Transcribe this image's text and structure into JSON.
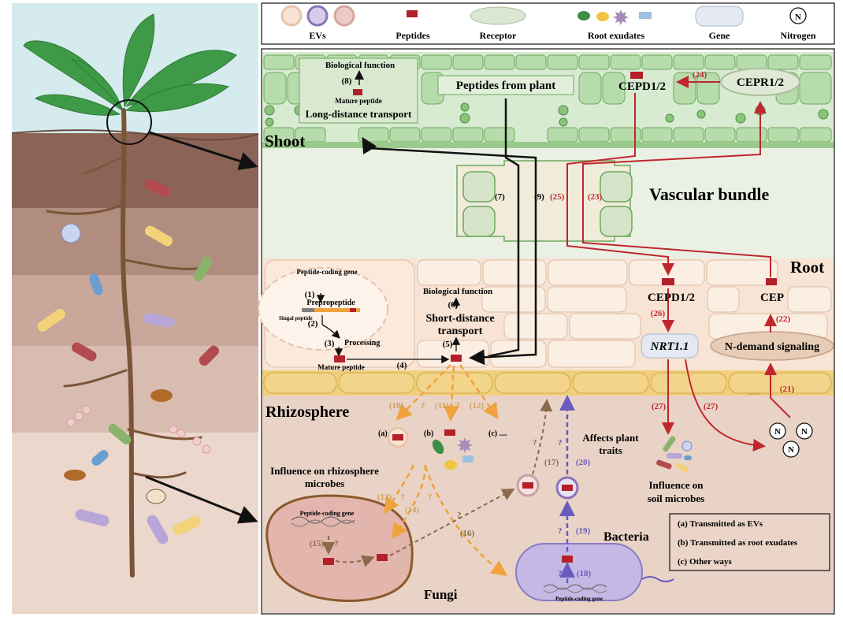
{
  "legend": {
    "evs": "EVs",
    "peptides": "Peptides",
    "receptor": "Receptor",
    "root_exudates": "Root exudates",
    "gene": "Gene",
    "nitrogen": "Nitrogen",
    "n_symbol": "N"
  },
  "regions": {
    "shoot": "Shoot",
    "vascular": "Vascular bundle",
    "root": "Root",
    "rhizosphere": "Rhizosphere"
  },
  "shoot": {
    "bio_function": "Biological function",
    "step8": "(8)",
    "mature_peptide": "Mature peptide",
    "long_distance": "Long-distance transport",
    "peptides_from_plant": "Peptides from plant",
    "cepd_shoot": "CEPD1/2",
    "cepr": "CEPR1/2",
    "step24": "(24)"
  },
  "vascular": {
    "step7": "(7)",
    "step9": "(9)",
    "step25": "(25)",
    "step23": "(23)"
  },
  "root_cell": {
    "coding_gene": "Peptide-coding gene",
    "step1": "(1)",
    "prepropeptide": "Prepropeptide",
    "signal_peptide": "Singal peptide",
    "step2": "(2)",
    "processing": "Processing",
    "step3": "(3)",
    "mature_peptide": "Mature peptide",
    "step4": "(4)",
    "bio_function": "Biological function",
    "step6": "(6)",
    "short_distance_1": "Short-distance",
    "short_distance_2": "transport",
    "step5": "(5)",
    "cepd_root": "CEPD1/2",
    "step26": "(26)",
    "nrt": "NRT1.1",
    "cep": "CEP",
    "step22": "(22)",
    "n_demand": "N-demand signaling",
    "step21": "(21)",
    "step27a": "(27)",
    "step27b": "(27)"
  },
  "rhizo": {
    "step10": "(10)",
    "step11": "(11)",
    "step12": "(12)",
    "q": "?",
    "a": "(a)",
    "b": "(b)",
    "c": "(c) ....",
    "influence_rhizo_1": "Influence on rhizosphere",
    "influence_rhizo_2": "microbes",
    "step13": "(13)",
    "step14": "(14)",
    "step16": "(16)",
    "step17": "(17)",
    "affects_1": "Affects plant",
    "affects_2": "traits",
    "step20": "(20)",
    "step19": "(19)",
    "step18": "(18)",
    "influence_soil_1": "Influence on",
    "influence_soil_2": "soil microbes",
    "fungi": "Fungi",
    "fungi_gene": "Peptide-coding gene",
    "step15": "(15)",
    "bacteria": "Bacteria",
    "bacteria_gene": "Peptide-coding gene"
  },
  "key": {
    "a": "(a) Transmitted as EVs",
    "b": "(b) Transmitted as root exudates",
    "c": "(c) Other ways"
  },
  "colors": {
    "peptide": "#b3202a",
    "black_path": "#111111",
    "red_path": "#c0272d",
    "orange_path": "#f0a23c",
    "brown_path": "#8a6a4a",
    "purple_path": "#6a5cbe"
  }
}
